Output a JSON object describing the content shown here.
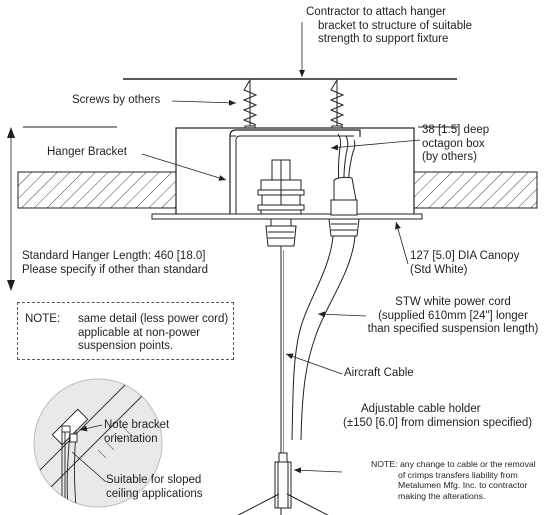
{
  "labels": {
    "contractor": [
      "Contractor to attach hanger",
      "bracket to structure of suitable",
      "strength to support fixture"
    ],
    "screws": "Screws by others",
    "hanger_bracket": "Hanger Bracket",
    "octagon_box": [
      "38 [1.5] deep",
      "octagon box",
      "(by others)"
    ],
    "hanger_length": [
      "Standard Hanger Length: 460 [18.0]",
      "Please specify if other than standard"
    ],
    "canopy": [
      "127 [5.0] DIA Canopy",
      "(Std White)"
    ],
    "power_cord": [
      "STW white power cord",
      "(supplied 610mm [24\"] longer",
      "than specified suspension length)"
    ],
    "aircraft_cable": "Aircraft Cable",
    "cable_holder": [
      "Adjustable cable holder",
      "(±150 [6.0] from dimension specified)"
    ],
    "bracket_orientation": [
      "Note bracket",
      "orientation"
    ],
    "sloped_ceiling": [
      "Suitable for sloped",
      "ceiling applications"
    ]
  },
  "notes": {
    "suspension": {
      "heading": "NOTE:",
      "lines": [
        "same detail (less power cord)",
        "applicable at non-power",
        "suspension points."
      ]
    },
    "liability": {
      "heading": "NOTE:",
      "first": "any change to cable or the removal",
      "lines": [
        "of crimps transfers liability from",
        "Metalumen Mfg. Inc. to contractor",
        "making the alterations."
      ]
    }
  }
}
